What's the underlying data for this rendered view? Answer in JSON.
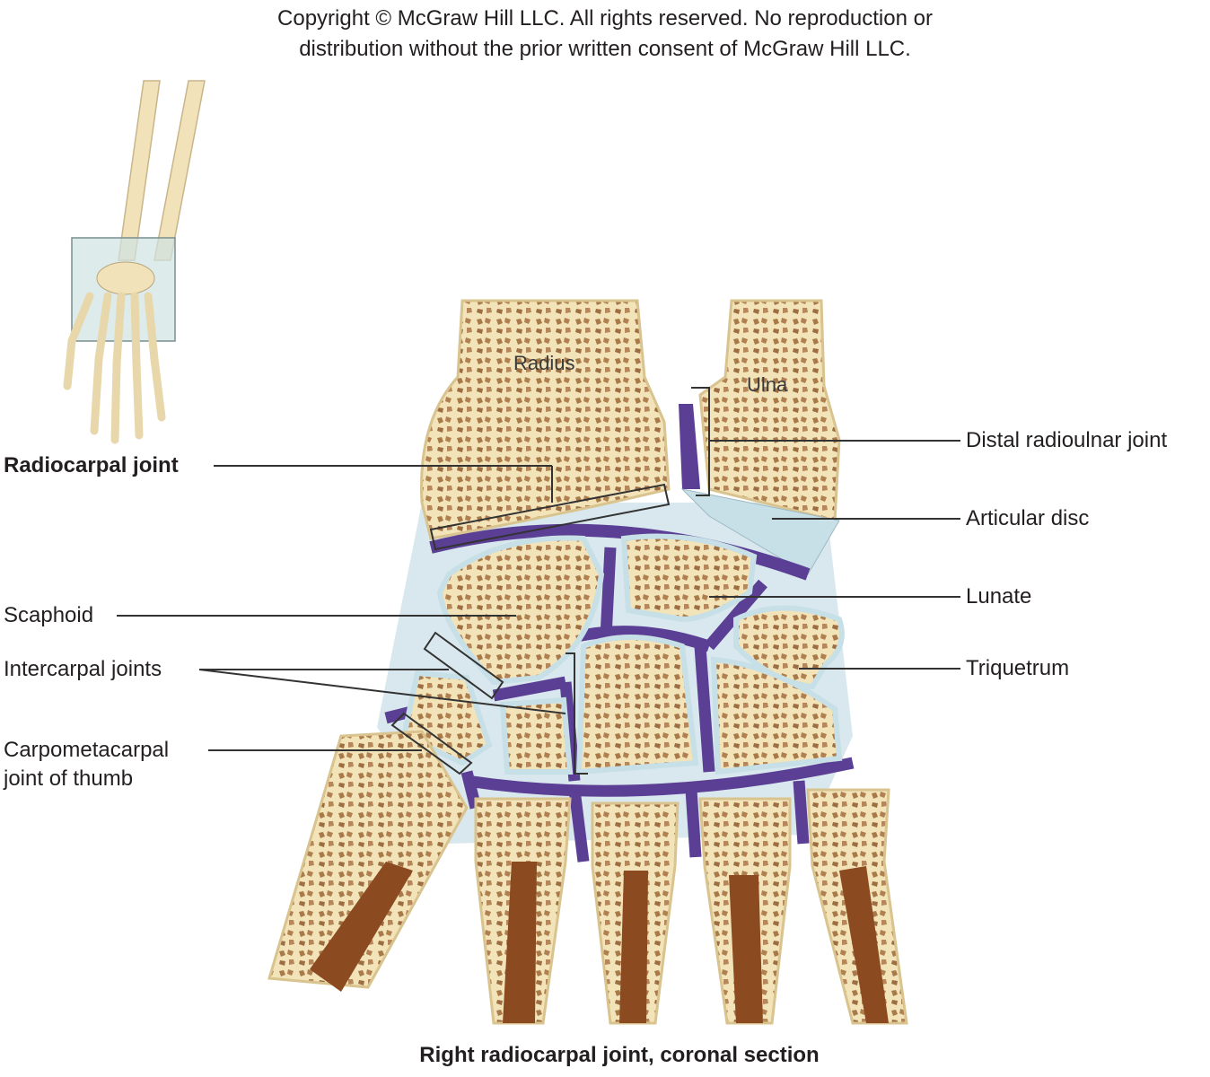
{
  "copyright": {
    "line1": "Copyright © McGraw Hill LLC. All rights reserved. No reproduction or",
    "line2": "distribution without the prior written consent of McGraw Hill LLC."
  },
  "bones": {
    "radius": "Radius",
    "ulna": "Ulna"
  },
  "labels": {
    "radiocarpal_joint": "Radiocarpal joint",
    "scaphoid": "Scaphoid",
    "intercarpal_joints": "Intercarpal joints",
    "carpometacarpal_line1": "Carpometacarpal",
    "carpometacarpal_line2": "joint of thumb",
    "distal_radioulnar_joint": "Distal radioulnar joint",
    "articular_disc": "Articular disc",
    "lunate": "Lunate",
    "triquetrum": "Triquetrum"
  },
  "caption": "Right radiocarpal joint, coronal section",
  "colors": {
    "bone": "#f3e3b8",
    "bone_texture": "#a87a4a",
    "marrow": "#8b4a1f",
    "cartilage": "#c7dfe6",
    "synovial": "#5b3f94",
    "leader_line": "#333333"
  }
}
